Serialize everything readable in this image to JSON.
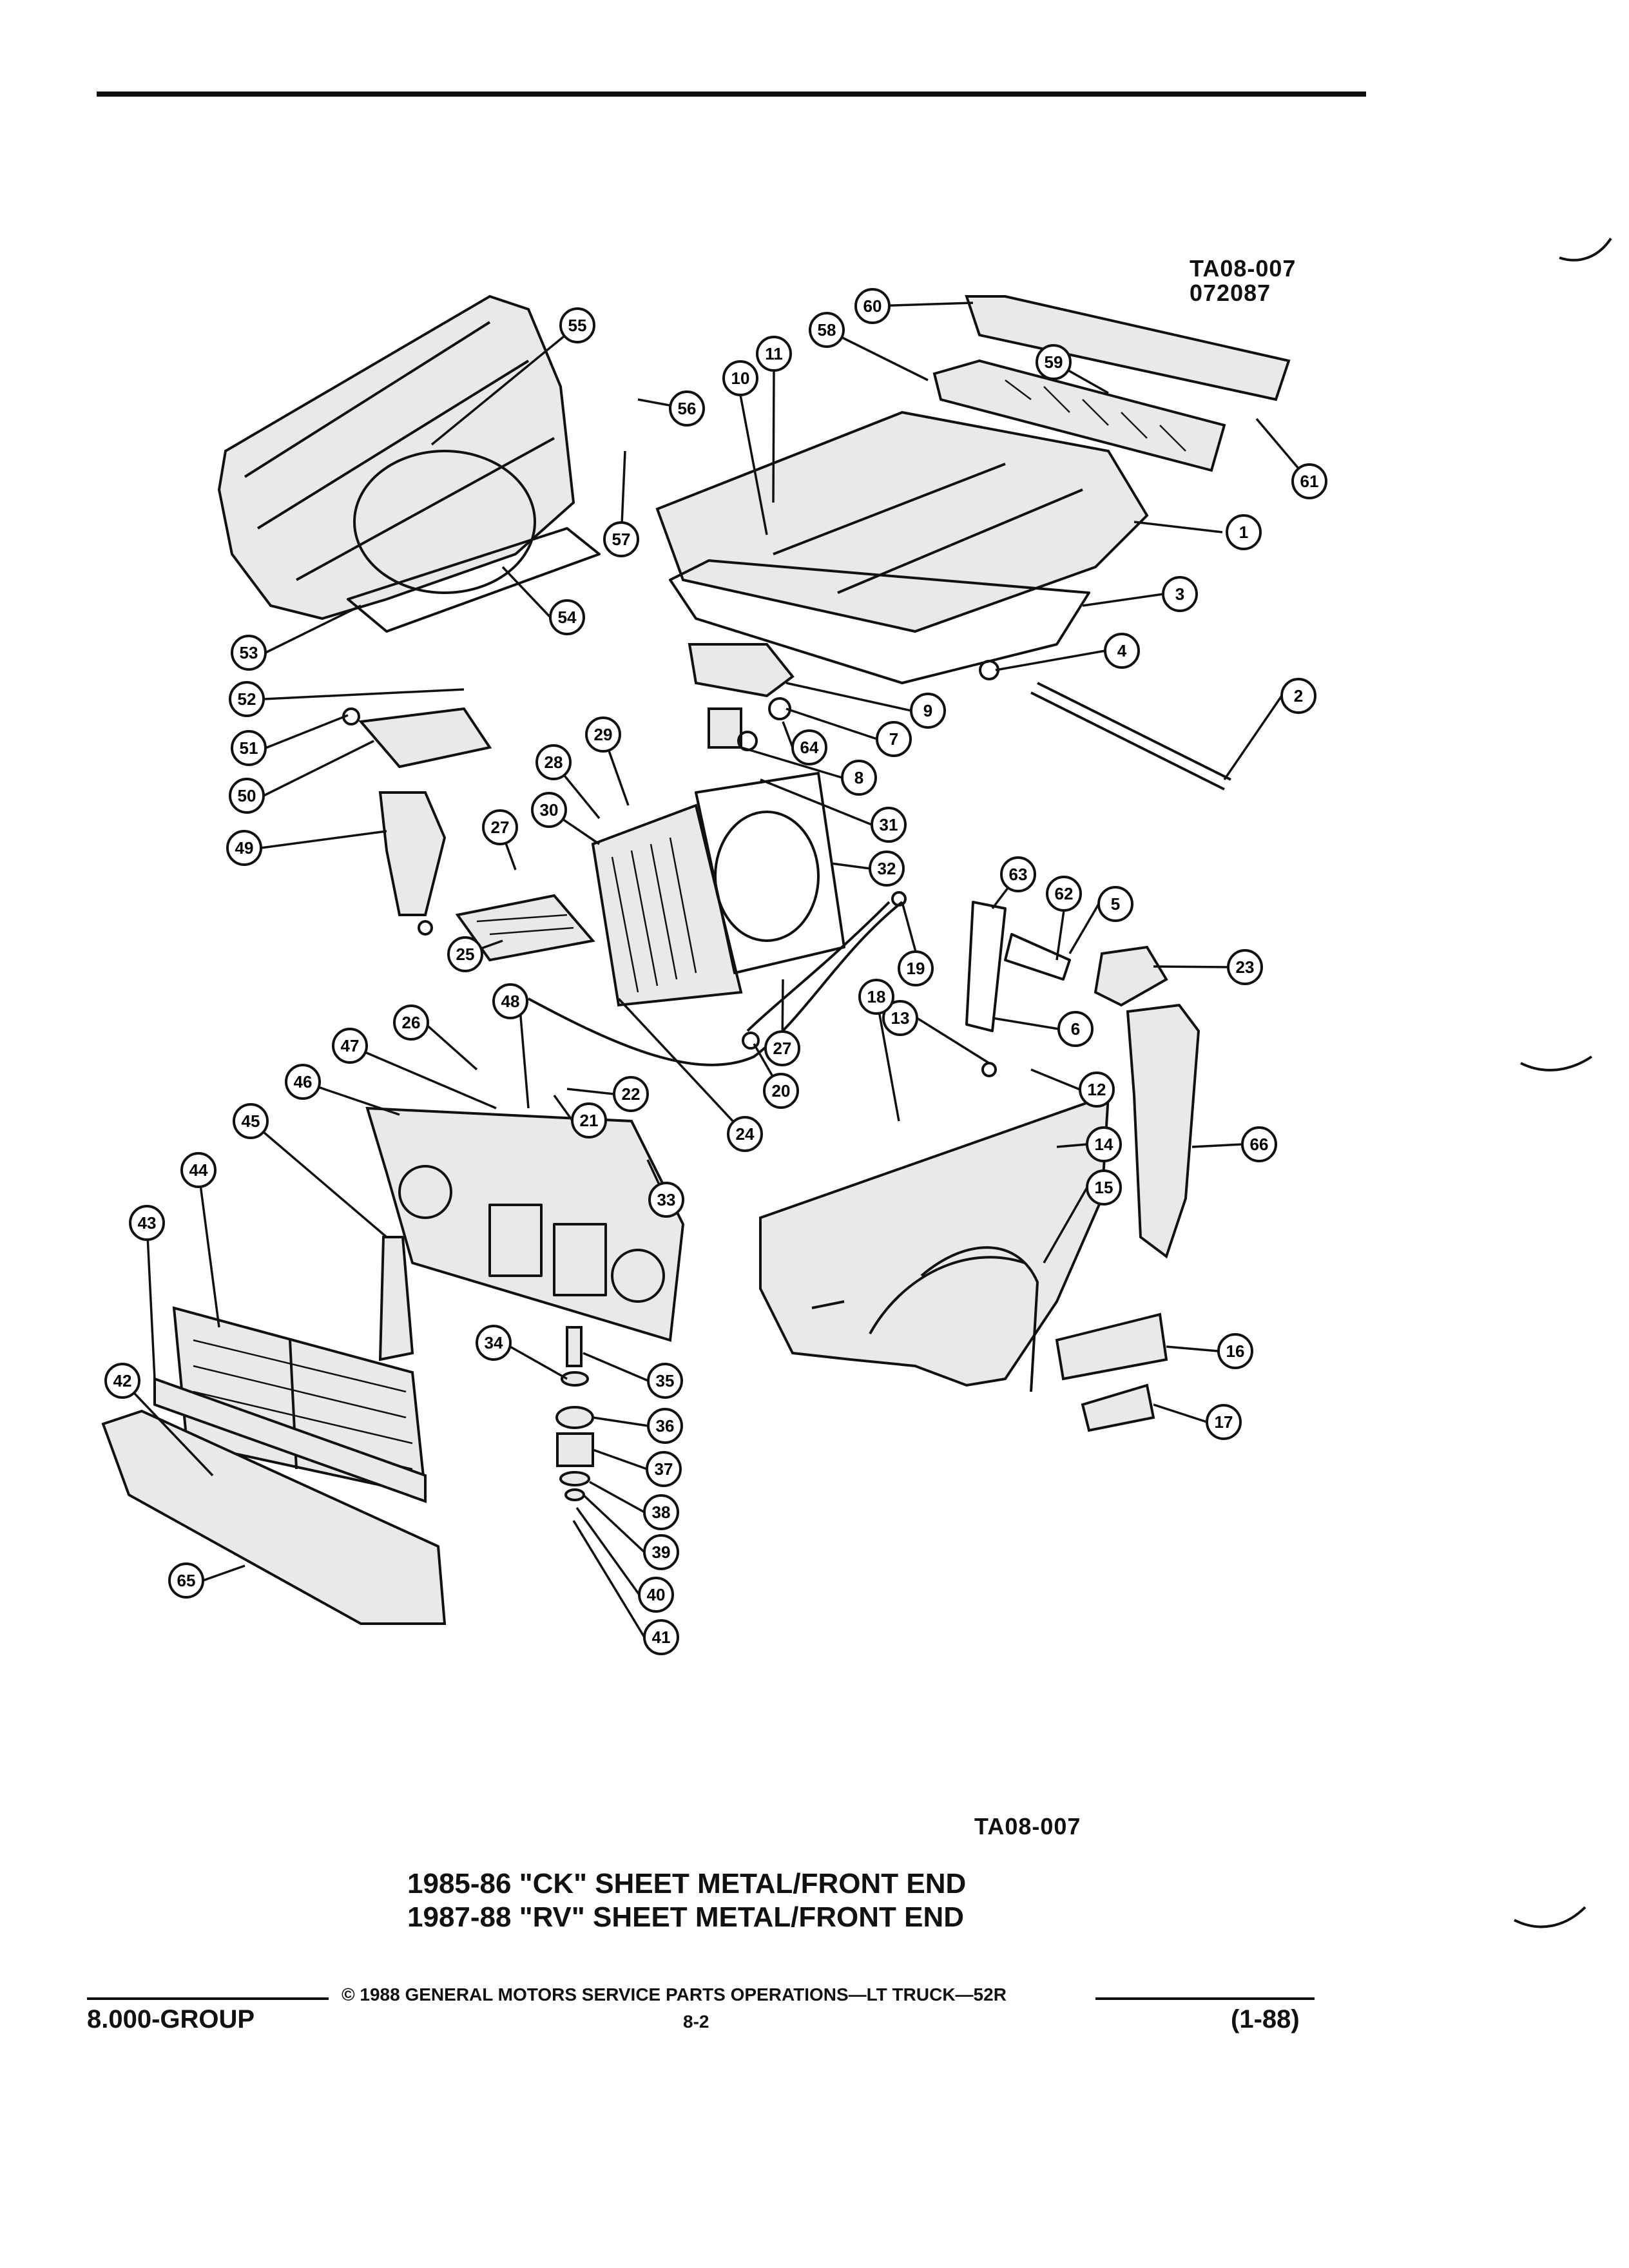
{
  "figure_ref_top": [
    "TA08-007",
    "072087"
  ],
  "figure_ref_bottom": "TA08-007",
  "title_lines": [
    "1985-86 \"CK\" SHEET METAL/FRONT END",
    "1987-88 \"RV\" SHEET METAL/FRONT END"
  ],
  "footer": {
    "group": "8.000-GROUP",
    "copyright": "© 1988 GENERAL MOTORS SERVICE PARTS OPERATIONS—LT TRUCK—52R",
    "page": "8-2",
    "date_code": "(1-88)"
  },
  "callouts": [
    "1",
    "2",
    "3",
    "4",
    "5",
    "6",
    "7",
    "8",
    "9",
    "10",
    "11",
    "12",
    "13",
    "14",
    "15",
    "16",
    "17",
    "18",
    "19",
    "20",
    "21",
    "22",
    "23",
    "24",
    "25",
    "26",
    "27",
    "27",
    "28",
    "29",
    "30",
    "31",
    "32",
    "33",
    "34",
    "35",
    "36",
    "37",
    "38",
    "39",
    "40",
    "41",
    "42",
    "43",
    "44",
    "45",
    "46",
    "47",
    "48",
    "49",
    "50",
    "51",
    "52",
    "53",
    "54",
    "55",
    "56",
    "57",
    "58",
    "59",
    "60",
    "61",
    "62",
    "63",
    "64",
    "65",
    "66"
  ],
  "colors": {
    "ink": "#111111",
    "paper": "#ffffff",
    "part_shade": "#e9e9e9"
  }
}
